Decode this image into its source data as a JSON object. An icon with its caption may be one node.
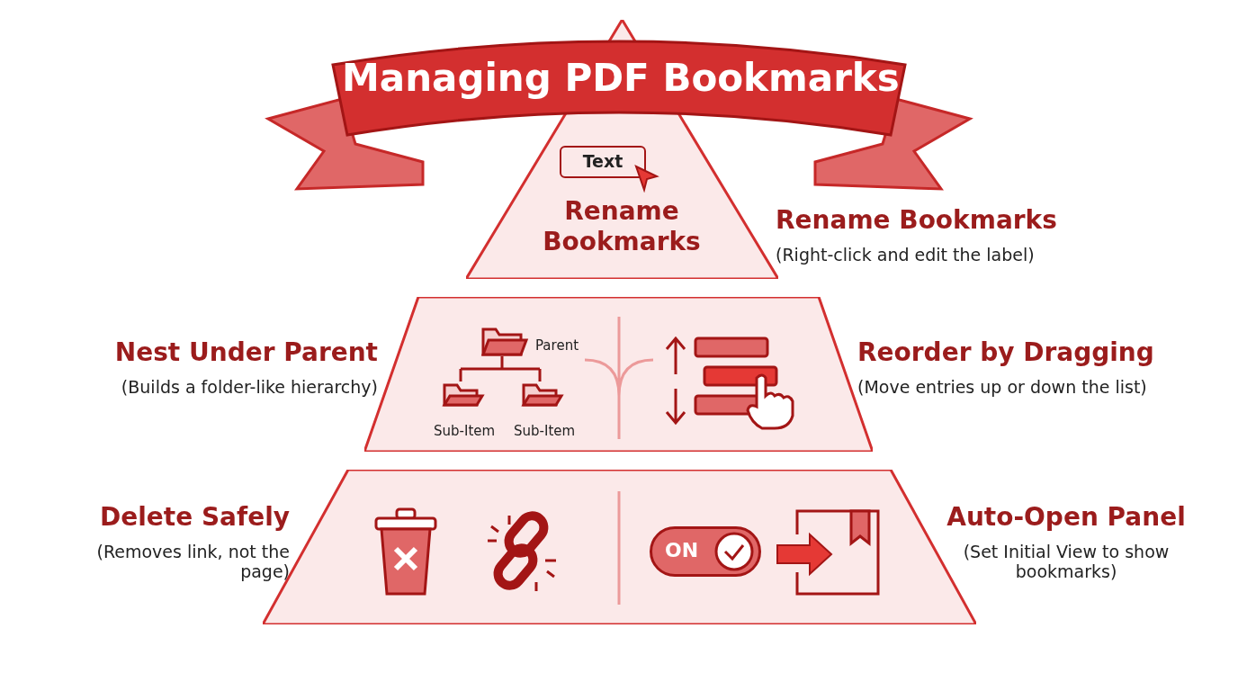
{
  "diagram": {
    "title": "Managing PDF Bookmarks",
    "nodes": [
      {
        "text": [
          "Text",
          "Rename Bookmarks"
        ],
        "beside": [
          "Rename Bookmarks",
          "(Right-click and edit the label)"
        ]
      },
      {
        "text": [
          "Parent",
          "Sub-Item",
          "Sub-Item"
        ],
        "beside": [
          "Nest Under Parent",
          "(Builds a folder-like hierarchy)",
          "Reorder by Dragging",
          "(Move entries up or down the list)"
        ]
      },
      {
        "text": [
          "ON"
        ],
        "beside": [
          "Delete Safely",
          "(Removes link, not the page)",
          "Auto-Open Panel",
          "(Set Initial View to show bookmarks)"
        ]
      }
    ]
  }
}
